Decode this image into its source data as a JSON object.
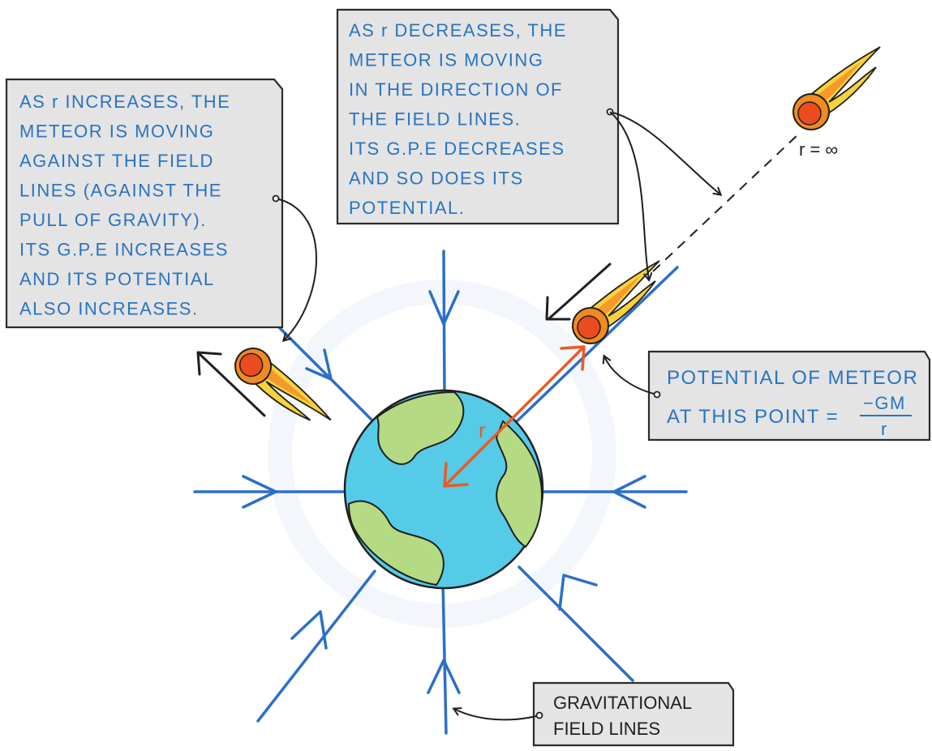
{
  "diagram": {
    "left_box": {
      "lines": [
        "AS r INCREASES, THE",
        "METEOR IS MOVING",
        "AGAINST THE FIELD",
        "LINES (AGAINST THE",
        "PULL OF GRAVITY).",
        "ITS G.P.E INCREASES",
        "AND ITS POTENTIAL",
        "ALSO INCREASES."
      ]
    },
    "top_box": {
      "lines": [
        "AS r DECREASES, THE",
        "METEOR IS MOVING",
        "IN THE DIRECTION OF",
        "THE FIELD LINES.",
        "ITS G.P.E DECREASES",
        "AND SO DOES ITS",
        "POTENTIAL."
      ]
    },
    "right_box": {
      "line1": "POTENTIAL OF METEOR",
      "line2": "AT THIS POINT =",
      "numerator": "−GM",
      "denominator": "r"
    },
    "bottom_box": {
      "lines": [
        "GRAVITATIONAL",
        "FIELD LINES"
      ]
    },
    "infinity_label": "r = ∞",
    "radius_label": "r",
    "colors": {
      "field_lines": "#2c6fc8",
      "box_text": "#2a73c0",
      "radius_arrow": "#ea5a24",
      "earth_ocean": "#55cbe8",
      "earth_land": "#b5da84",
      "box_fill": "#e4e4e4"
    },
    "icons": [
      "meteor-icon",
      "earth-icon",
      "field-line-arrow-icon",
      "motion-arrow-icon"
    ]
  }
}
